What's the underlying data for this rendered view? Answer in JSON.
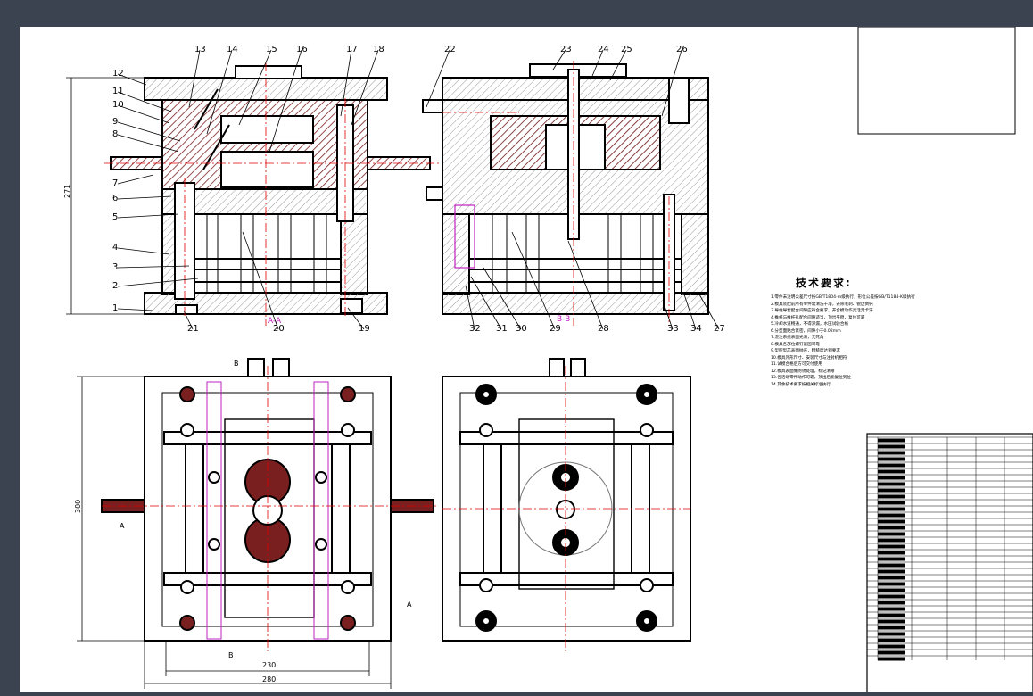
{
  "tech_requirements": {
    "title": "技术要求:",
    "items": [
      "1.零件未注明公差尺寸按GB/T1804-m级执行，形位公差按GB/T1184-K级执行",
      "2.模具装配前所有零件需清洗干净，去除毛刺、锐边倒钝",
      "3.导柱导套配合间隙应符合要求，开合模动作灵活无卡滞",
      "4.推杆与推杆孔配合间隙适当，顶出平稳，复位可靠",
      "5.冷却水道畅通，不得渗漏，水压试验合格",
      "6.分型面贴合紧密，间隙小于0.02mm",
      "7.浇注系统表面光滑，无死角",
      "8.模具各部位螺钉紧固可靠",
      "9.型腔型芯表面抛光，粗糙度达到要求",
      "10.模具外形尺寸、安装尺寸与注射机相符",
      "11.试模合格后方可交付使用",
      "12.模具表面做防锈处理，标记清晰",
      "13.各活动零件动作可靠，顶出后能复位到位",
      "14.其余技术要求按相关标准执行"
    ]
  },
  "section_labels": {
    "a": "A-A",
    "b": "B-B"
  },
  "dimensions": {
    "height_271": "271",
    "width_230": "230",
    "width_280": "280",
    "height_300": "300"
  },
  "part_numbers_left": [
    "1",
    "2",
    "3",
    "4",
    "5",
    "6",
    "7",
    "8",
    "9",
    "10",
    "11",
    "12",
    "13",
    "14",
    "15",
    "16",
    "17",
    "18",
    "19",
    "20",
    "21"
  ],
  "part_numbers_right": [
    "22",
    "23",
    "24",
    "25",
    "26",
    "27",
    "28",
    "29",
    "30",
    "31",
    "32",
    "33",
    "34"
  ],
  "view_markers": {
    "a_top": "A",
    "a_bottom": "A",
    "b_top": "B",
    "b_bottom": "B"
  },
  "colors": {
    "outline": "#000000",
    "hatch": "#7a1f1f",
    "centerline": "#e00000",
    "leader": "#000000",
    "magenta": "#c020c0",
    "background": "#ffffff",
    "frame": "#3b4350"
  }
}
